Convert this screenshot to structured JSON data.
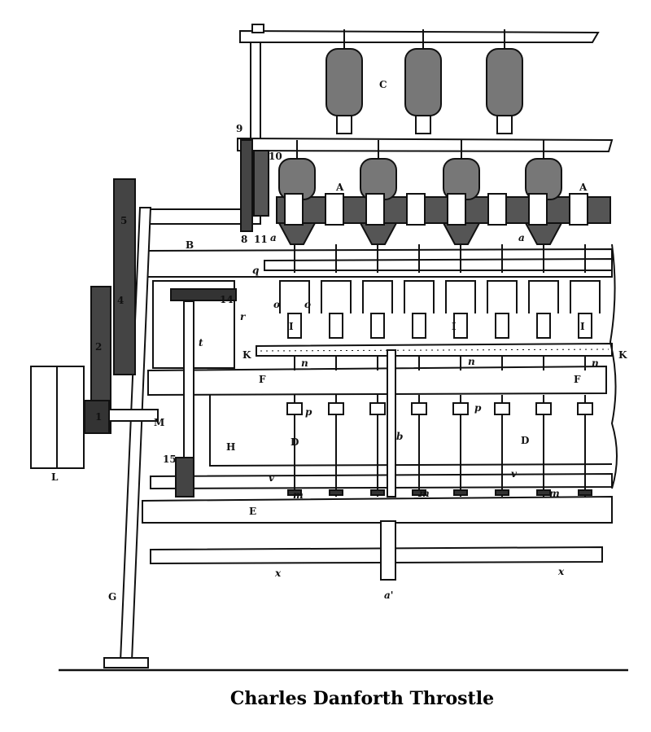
{
  "caption": "Charles Danforth Throstle",
  "labels": {
    "C": "C",
    "A": "A",
    "g9": "9",
    "g10": "10",
    "g5": "5",
    "B": "B",
    "g8": "8",
    "g11": "11",
    "a": "a",
    "q": "q",
    "g14": "14",
    "g4": "4",
    "g2": "2",
    "r": "r",
    "t": "t",
    "o": "o",
    "I": "I",
    "K": "K",
    "n": "n",
    "F": "F",
    "p": "p",
    "g1": "1",
    "M": "M",
    "H": "H",
    "D": "D",
    "b": "b",
    "L": "L",
    "g15": "15",
    "v": "v",
    "m": "m",
    "E": "E",
    "x": "x",
    "a_prime": "a'",
    "G": "G"
  }
}
